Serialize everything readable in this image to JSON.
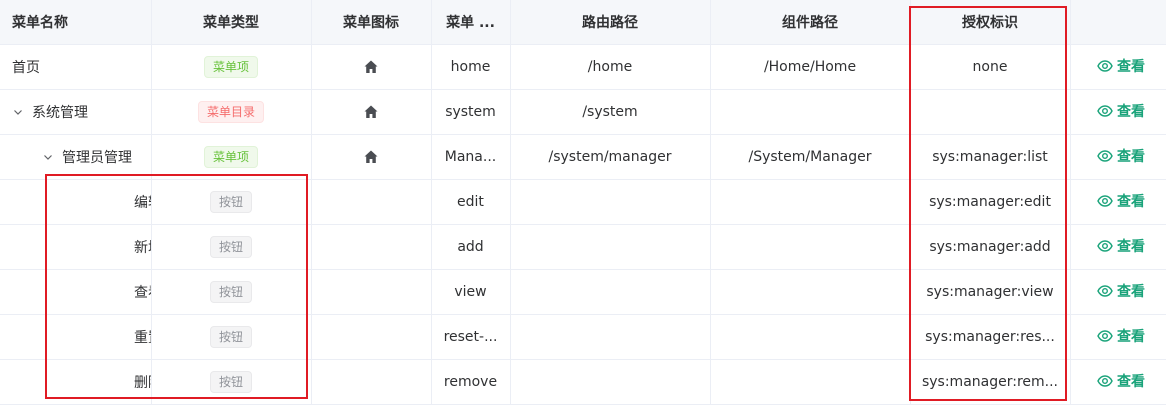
{
  "table": {
    "columns": [
      "菜单名称",
      "菜单类型",
      "菜单图标",
      "菜单 ...",
      "路由路径",
      "组件路径",
      "授权标识",
      ""
    ],
    "rows": [
      {
        "name": "首页",
        "level": 0,
        "expand": "none",
        "type": "菜单项",
        "type_style": "success",
        "icon": "home-icon",
        "code": "home",
        "route": "/home",
        "component": "/Home/Home",
        "perm": "none",
        "action": "查看"
      },
      {
        "name": "系统管理",
        "level": 0,
        "expand": "expanded",
        "type": "菜单目录",
        "type_style": "danger",
        "icon": "home-icon",
        "code": "system",
        "route": "/system",
        "component": "",
        "perm": "",
        "action": "查看"
      },
      {
        "name": "管理员管理",
        "level": 1,
        "expand": "expanded",
        "type": "菜单项",
        "type_style": "success",
        "icon": "home-icon",
        "code": "Mana...",
        "route": "/system/manager",
        "component": "/System/Manager",
        "perm": "sys:manager:list",
        "action": "查看"
      },
      {
        "name": "编辑",
        "level": 2,
        "expand": "none",
        "type": "按钮",
        "type_style": "info",
        "icon": "",
        "code": "edit",
        "route": "",
        "component": "",
        "perm": "sys:manager:edit",
        "action": "查看"
      },
      {
        "name": "新增",
        "level": 2,
        "expand": "none",
        "type": "按钮",
        "type_style": "info",
        "icon": "",
        "code": "add",
        "route": "",
        "component": "",
        "perm": "sys:manager:add",
        "action": "查看"
      },
      {
        "name": "查看",
        "level": 2,
        "expand": "none",
        "type": "按钮",
        "type_style": "info",
        "icon": "",
        "code": "view",
        "route": "",
        "component": "",
        "perm": "sys:manager:view",
        "action": "查看"
      },
      {
        "name": "重置密码",
        "level": 2,
        "expand": "none",
        "type": "按钮",
        "type_style": "info",
        "icon": "",
        "code": "reset-...",
        "route": "",
        "component": "",
        "perm": "sys:manager:res...",
        "action": "查看"
      },
      {
        "name": "删除",
        "level": 2,
        "expand": "none",
        "type": "按钮",
        "type_style": "info",
        "icon": "",
        "code": "remove",
        "route": "",
        "component": "",
        "perm": "sys:manager:rem...",
        "action": "查看"
      }
    ]
  },
  "colors": {
    "accent": "#1aa37a",
    "highlight": "#e01b24",
    "tag_success": "#67c23a",
    "tag_danger": "#f56c6c",
    "tag_info": "#909399"
  }
}
